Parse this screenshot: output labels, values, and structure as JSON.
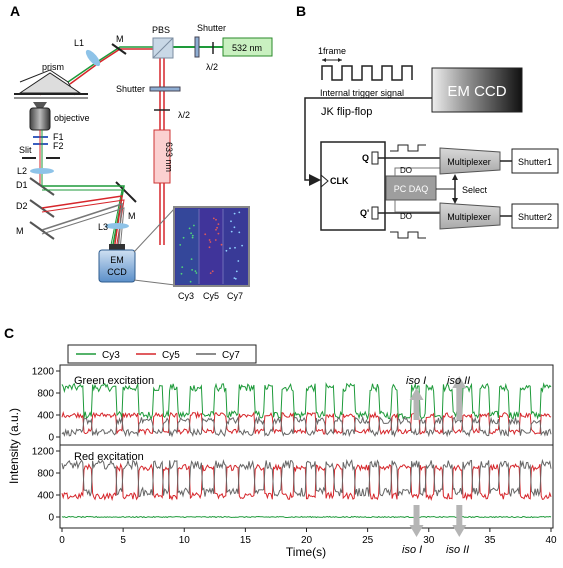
{
  "panels": {
    "a": {
      "label": "A",
      "labels": {
        "L1": "L1",
        "M_top": "M",
        "PBS": "PBS",
        "shutter_top": "Shutter",
        "laser532": "532 nm",
        "halfwave_top": "λ/2",
        "prism": "prism",
        "shutter_mid": "Shutter",
        "halfwave_mid": "λ/2",
        "objective": "objective",
        "F1": "F1",
        "F2": "F2",
        "slit": "Slit",
        "laser633": "633 nm",
        "L2": "L2",
        "D1": "D1",
        "D2": "D2",
        "M_right": "M",
        "M_left": "M",
        "L3": "L3",
        "emccd_line1": "EM",
        "emccd_line2": "CCD",
        "ch_cy3": "Cy3",
        "ch_cy5": "Cy5",
        "ch_cy7": "Cy7"
      }
    },
    "b": {
      "label": "B",
      "frame_label": "1frame",
      "trigger_label": "Internal trigger signal",
      "emccd": "EM CCD",
      "flipflop": "JK flip-flop",
      "pin_q": "Q",
      "pin_clk": "CLK",
      "pin_qbar": "Q'",
      "daq": "PC DAQ",
      "do_top": "DO",
      "do_bottom": "DO",
      "select": "Select",
      "mux_top": "Multiplexer",
      "mux_bottom": "Multiplexer",
      "shutter1": "Shutter1",
      "shutter2": "Shutter2"
    },
    "c": {
      "label": "C",
      "legend": [
        {
          "name": "Cy3",
          "color": "#1e9a3a"
        },
        {
          "name": "Cy5",
          "color": "#d6262b"
        },
        {
          "name": "Cy7",
          "color": "#666666"
        }
      ],
      "green_title": "Green excitation",
      "red_title": "Red excitation",
      "ylabel": "Intensity (a.u.)",
      "xlabel": "Time(s)",
      "iso1_top": "iso I",
      "iso2_top": "iso II",
      "iso1_bottom": "iso I",
      "iso2_bottom": "iso II"
    }
  },
  "chart_data": {
    "type": "line",
    "x_range": [
      0,
      40
    ],
    "x_ticks": [
      0,
      5,
      10,
      15,
      20,
      25,
      30,
      35,
      40
    ],
    "xlabel": "Time(s)",
    "ylabel": "Intensity (a.u.)",
    "panels": [
      {
        "title": "Green excitation",
        "ylim": [
          0,
          1200
        ],
        "y_ticks": [
          0,
          400,
          800,
          1200
        ],
        "series": [
          {
            "name": "Cy3",
            "color": "#1e9a3a",
            "low": 400,
            "high": 900,
            "noise": 70
          },
          {
            "name": "Cy5",
            "color": "#d6262b",
            "low": 100,
            "high": 400,
            "noise": 45
          },
          {
            "name": "Cy7",
            "color": "#666666",
            "low": 300,
            "high": 80,
            "noise": 60
          }
        ]
      },
      {
        "title": "Red excitation",
        "ylim": [
          0,
          1200
        ],
        "y_ticks": [
          0,
          400,
          800,
          1200
        ],
        "series": [
          {
            "name": "Cy3",
            "color": "#1e9a3a",
            "low": 0,
            "high": 0,
            "noise": 10
          },
          {
            "name": "Cy5",
            "color": "#d6262b",
            "low": 900,
            "high": 380,
            "noise": 60
          },
          {
            "name": "Cy7",
            "color": "#666666",
            "low": 450,
            "high": 950,
            "noise": 80
          }
        ]
      }
    ],
    "states": [
      [
        0,
        1.8,
        1
      ],
      [
        1.8,
        2.5,
        0
      ],
      [
        2.5,
        4.5,
        1
      ],
      [
        4.5,
        5,
        0
      ],
      [
        5,
        6.3,
        1
      ],
      [
        6.3,
        7.5,
        0
      ],
      [
        7.5,
        8.3,
        1
      ],
      [
        8.3,
        8.8,
        0
      ],
      [
        8.8,
        9.5,
        1
      ],
      [
        9.5,
        10.5,
        0
      ],
      [
        10.5,
        11.5,
        1
      ],
      [
        11.5,
        12.5,
        0
      ],
      [
        12.5,
        13.5,
        1
      ],
      [
        13.5,
        14.5,
        0
      ],
      [
        14.5,
        15.8,
        1
      ],
      [
        15.8,
        16.6,
        0
      ],
      [
        16.6,
        17.3,
        1
      ],
      [
        17.3,
        18,
        0
      ],
      [
        18,
        19,
        1
      ],
      [
        19,
        20,
        0
      ],
      [
        20,
        20.8,
        1
      ],
      [
        20.8,
        21.6,
        0
      ],
      [
        21.6,
        22.3,
        1
      ],
      [
        22.3,
        23,
        0
      ],
      [
        23,
        24,
        1
      ],
      [
        24,
        25.2,
        0
      ],
      [
        25.2,
        26,
        1
      ],
      [
        26,
        27,
        0
      ],
      [
        27,
        27.5,
        1
      ],
      [
        27.5,
        28.6,
        0
      ],
      [
        28.6,
        29.3,
        1
      ],
      [
        29.3,
        29.8,
        0
      ],
      [
        29.8,
        30.5,
        1
      ],
      [
        30.5,
        31.2,
        0
      ],
      [
        31.2,
        32,
        1
      ],
      [
        32,
        32.8,
        0
      ],
      [
        32.8,
        33.6,
        1
      ],
      [
        33.6,
        34.2,
        0
      ],
      [
        34.2,
        35,
        1
      ],
      [
        35,
        35.8,
        0
      ],
      [
        35.8,
        36.6,
        1
      ],
      [
        36.6,
        37.5,
        0
      ],
      [
        37.5,
        38.4,
        1
      ],
      [
        38.4,
        39.2,
        0
      ],
      [
        39.2,
        40,
        1
      ]
    ],
    "iso_markers": [
      {
        "label": "iso I",
        "x": 29
      },
      {
        "label": "iso II",
        "x": 32.5
      }
    ]
  }
}
